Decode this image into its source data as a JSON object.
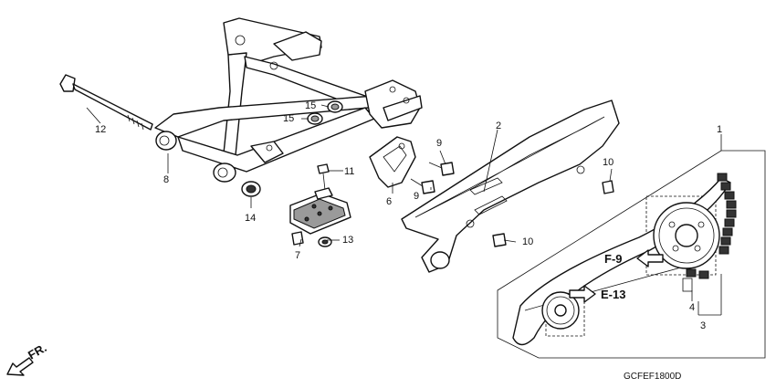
{
  "labels": {
    "p1": "1",
    "p2": "2",
    "p3": "3",
    "p4": "4",
    "p6": "6",
    "p7": "7",
    "p8": "8",
    "p9a": "9",
    "p9b": "9",
    "p10a": "10",
    "p10b": "10",
    "p11": "11",
    "p12": "12",
    "p13": "13",
    "p14": "14",
    "p15a": "15",
    "p15b": "15"
  },
  "refs": {
    "f9": "F-9",
    "e13": "E-13"
  },
  "direction": "FR.",
  "diagram_code": "GCFEF1800D"
}
